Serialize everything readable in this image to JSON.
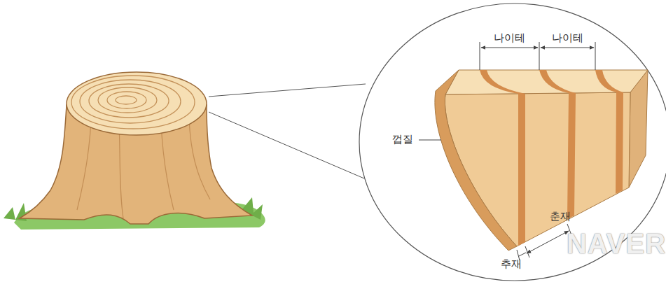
{
  "diagram": {
    "labels": [
      "나이테",
      "나이테",
      "껍질",
      "춘재",
      "추재",
      "NAVER"
    ]
  }
}
